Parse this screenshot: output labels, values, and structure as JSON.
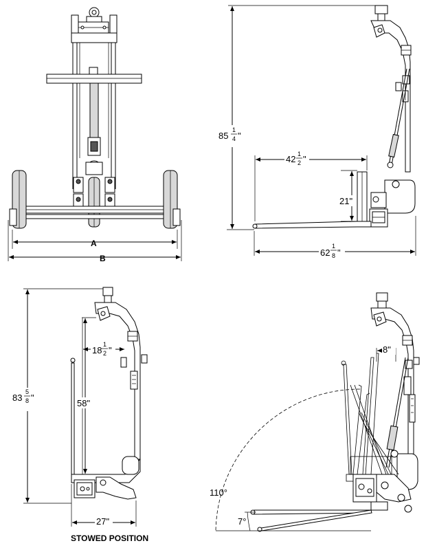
{
  "front_view": {
    "dim_a": "A",
    "dim_b": "B"
  },
  "side_view": {
    "height": {
      "whole": "85",
      "num": "1",
      "den": "4",
      "unit": "\""
    },
    "fork_length": {
      "whole": "42",
      "num": "1",
      "den": "2",
      "unit": "\""
    },
    "fork_height": "21\"",
    "overall_length": {
      "whole": "62",
      "num": "1",
      "den": "8",
      "unit": "\""
    }
  },
  "stowed_view": {
    "height": {
      "whole": "83",
      "num": "5",
      "den": "8",
      "unit": "\""
    },
    "fork_gap": {
      "whole": "18",
      "num": "1",
      "den": "2",
      "unit": "\""
    },
    "fork_length": "58\"",
    "depth": "27\"",
    "caption": "STOWED POSITION"
  },
  "rotation_view": {
    "offset": "8\"",
    "swing_angle": "110°",
    "tilt_angle": "7°"
  }
}
